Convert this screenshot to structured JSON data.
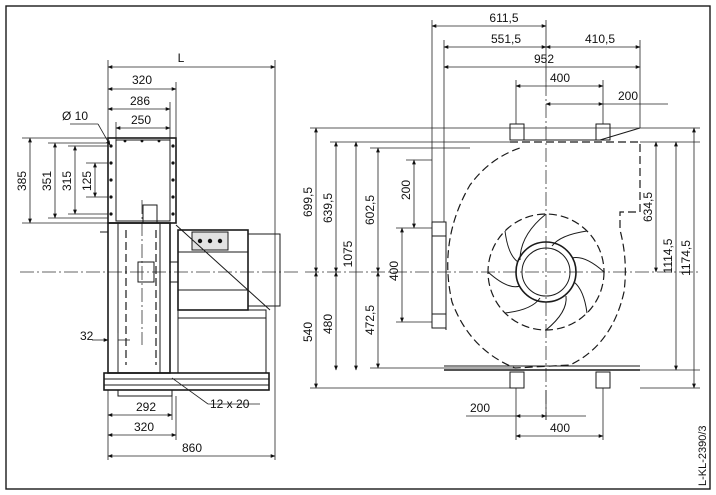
{
  "drawing_id": "L-KL-2390/3",
  "side_view": {
    "L": "L",
    "w320_top": "320",
    "w286": "286",
    "w250": "250",
    "dia10": "Ø 10",
    "h385": "385",
    "h351": "351",
    "h315": "315",
    "h125": "125",
    "w32": "32",
    "w292": "292",
    "holes": "12 x 20",
    "w320_bottom": "320",
    "w860": "860"
  },
  "front_view": {
    "w611_5": "611,5",
    "w551_5": "551,5",
    "w410_5": "410,5",
    "w952": "952",
    "w400_top": "400",
    "w200_top": "200",
    "h699_5": "699,5",
    "h639_5": "639,5",
    "h1075": "1075",
    "h602_5": "602,5",
    "h200": "200",
    "h400": "400",
    "h540": "540",
    "h480": "480",
    "h472_5": "472,5",
    "h634_5": "634,5",
    "h1114_5": "1114,5",
    "h1174_5": "1174,5",
    "w200_bottom": "200",
    "w400_bottom": "400"
  }
}
